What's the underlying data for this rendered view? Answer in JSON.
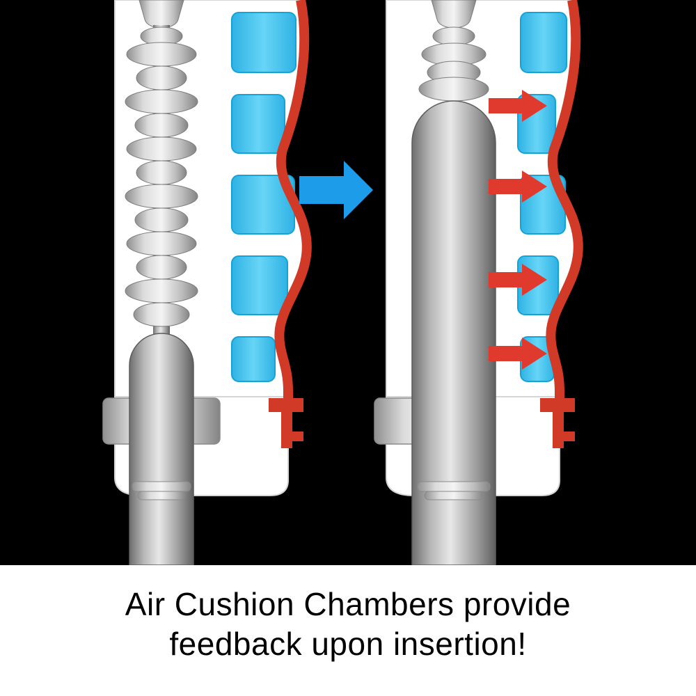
{
  "caption": {
    "line1": "Air Cushion Chambers provide",
    "line2": "feedback upon insertion!"
  },
  "diagram": {
    "description": "Two cross-section views of a sleeve with air cushion chambers, before and after insertion",
    "red_arrow_count": 4,
    "blue_arrow_count": 1
  },
  "colors": {
    "background": "#000000",
    "body_white": "#ffffff",
    "chamber_blue": "#45c3ef",
    "chamber_edge": "#14a3d6",
    "liner_red": "#d23a28",
    "arrow_blue": "#1d9ce9",
    "arrow_red": "#e03a2e",
    "metal_gray": "#b9b9b9",
    "caption_text": "#000000"
  }
}
